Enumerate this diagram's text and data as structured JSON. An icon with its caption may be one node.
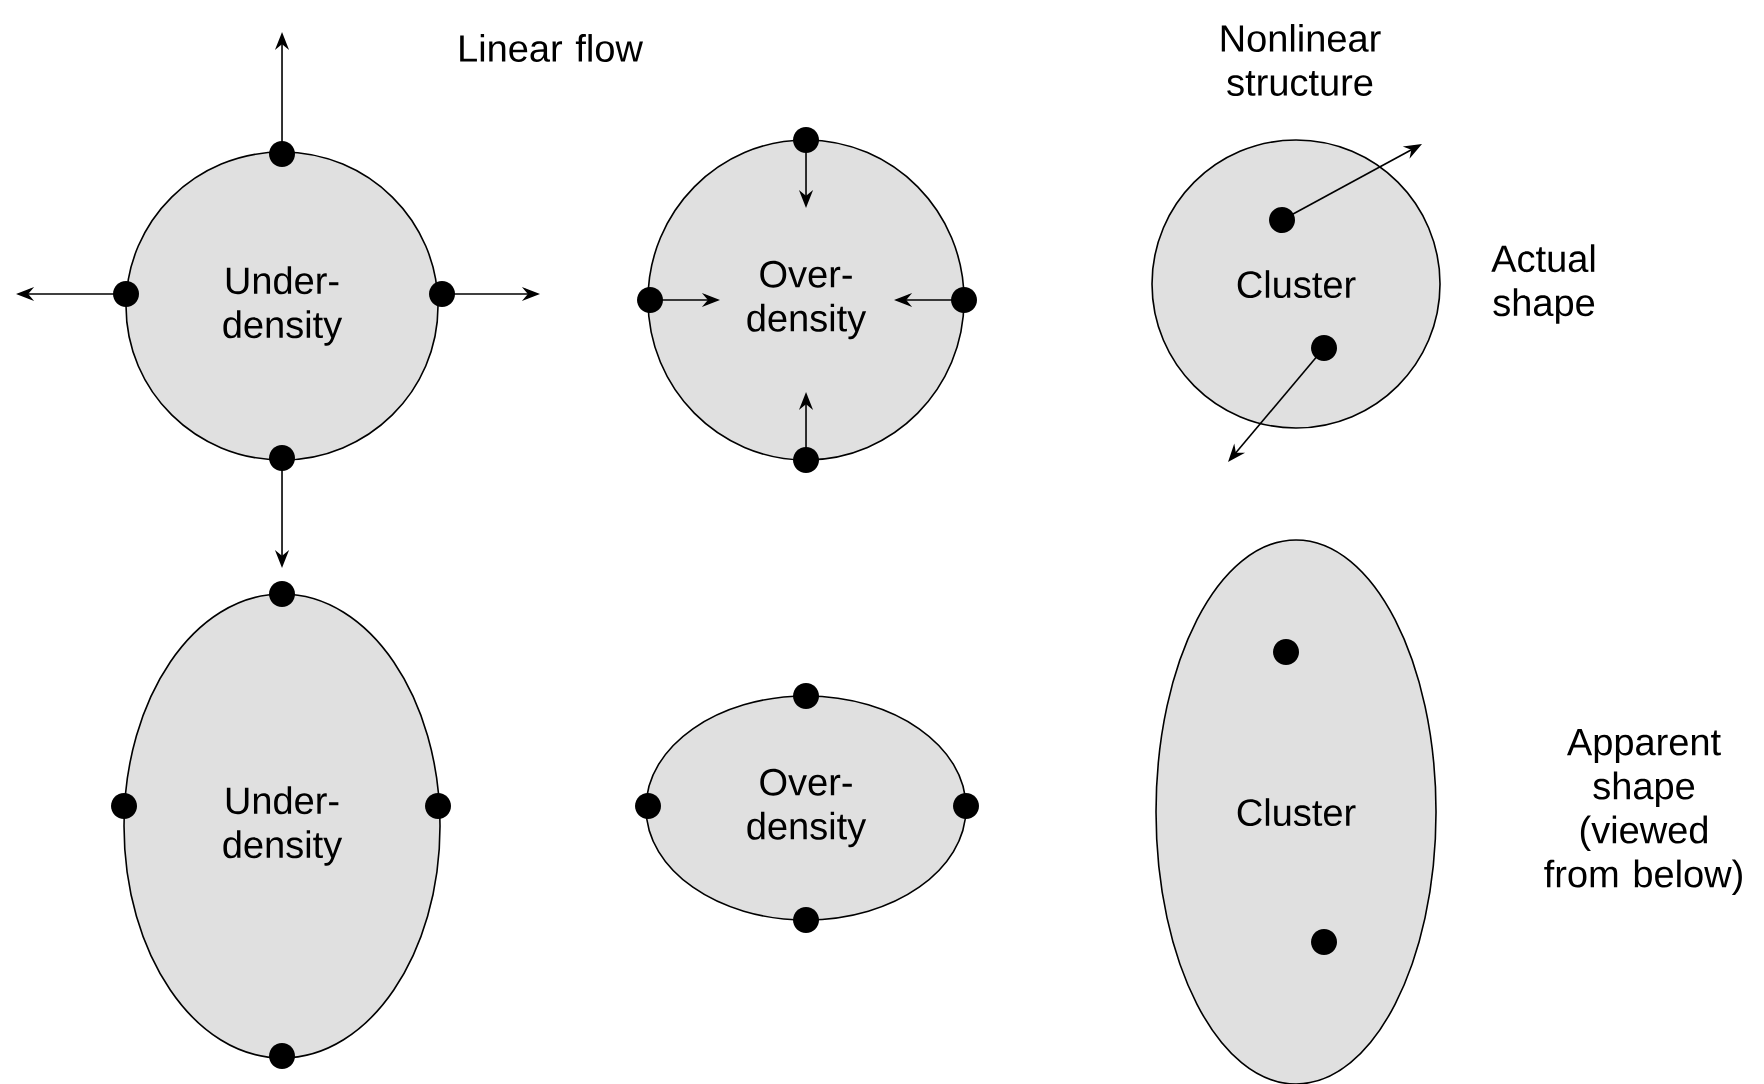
{
  "diagram": {
    "nodes": [
      {
        "text": [
          "Under- density"
        ]
      },
      {
        "text": [
          "Over- density"
        ]
      },
      {
        "text": [
          "Cluster"
        ],
        "beside": [
          "Actual shape"
        ]
      },
      {
        "text": [
          "Under- density"
        ]
      },
      {
        "text": [
          "Over- density"
        ]
      },
      {
        "text": [
          "Cluster"
        ],
        "beside": [
          "Apparent shape (viewed from below)"
        ]
      }
    ],
    "edges": [],
    "labels": [
      "Linear flow",
      "Nonlinear structure"
    ]
  }
}
